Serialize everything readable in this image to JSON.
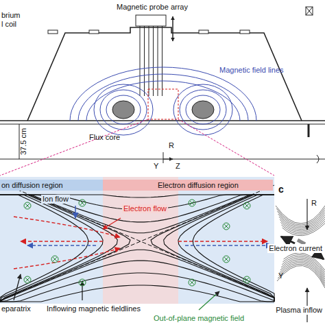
{
  "diagram": {
    "nodes": [
      {
        "text": [
          "on diffusion region"
        ]
      },
      {
        "text": [
          "Electron diffusion region"
        ]
      }
    ],
    "labels": [
      "Magnetic probe array",
      "brium",
      "l coil",
      "Magnetic field lines",
      "37.5 cm",
      "Flux core",
      "R",
      "Y",
      "Z",
      "Ion flow",
      "Electron flow",
      "eparatrix",
      "Inflowing magnetic fieldlines",
      "Out-of-plane magnetic field",
      "c",
      "R",
      "Y",
      "Electron current",
      "Plasma inflow"
    ]
  }
}
